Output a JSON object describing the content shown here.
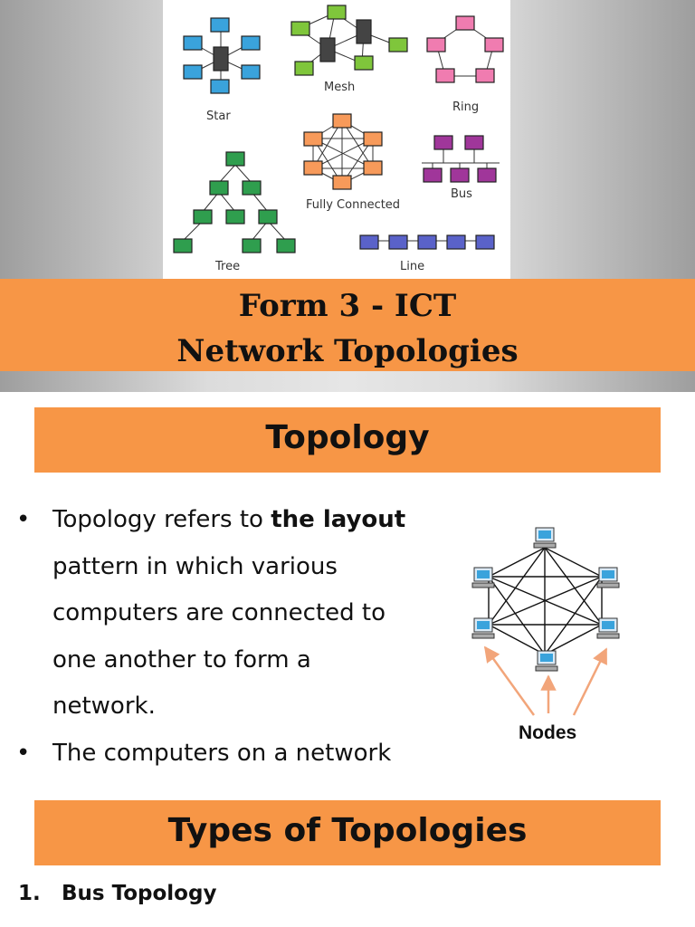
{
  "slide1": {
    "topology_labels": {
      "star": "Star",
      "mesh": "Mesh",
      "ring": "Ring",
      "fully_connected": "Fully Connected",
      "bus": "Bus",
      "tree": "Tree",
      "line": "Line"
    },
    "title_line1": "Form 3 - ICT",
    "title_line2": "Network Topologies",
    "colors": {
      "band": "#f79646",
      "star": "#3aa3dc",
      "mesh": "#7fc63b",
      "ring": "#f07cb0",
      "fully_connected": "#f79a5a",
      "bus": "#a0369a",
      "tree": "#2f9e4e",
      "line": "#5a62c9"
    }
  },
  "slide2": {
    "heading": "Topology",
    "bullet1_pre": "Topology refers to ",
    "bullet1_bold": "the layout",
    "bullet1_rest": [
      "pattern in which various",
      "computers are connected to",
      "one another to form a",
      "network."
    ],
    "bullet2": "The computers on a network",
    "nodes_label": "Nodes",
    "types_heading": "Types of Topologies",
    "list_item1_num": "1.",
    "list_item1": "Bus Topology"
  }
}
